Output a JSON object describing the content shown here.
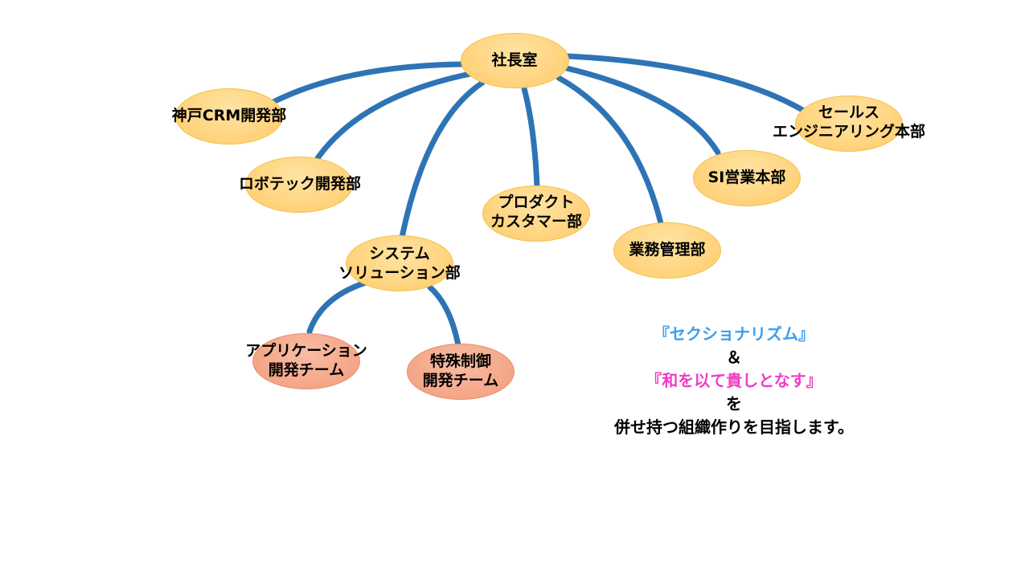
{
  "nodes": {
    "president": "社長室",
    "kobe_crm": "神戸CRM開発部",
    "robotech": "ロボテック開発部",
    "system_solution": {
      "line1": "システム",
      "line2": "ソリューション部"
    },
    "product_customer": {
      "line1": "プロダクト",
      "line2": "カスタマー部"
    },
    "business_mgmt": "業務管理部",
    "si_sales": "SI営業本部",
    "sales_engineering": {
      "line1": "セールス",
      "line2": "エンジニアリング本部"
    },
    "app_dev_team": {
      "line1": "アプリケーション",
      "line2": "開発チーム"
    },
    "special_control_team": {
      "line1": "特殊制御",
      "line2": "開発チーム"
    }
  },
  "message": {
    "line1": "『セクショナリズム』",
    "line2": "＆",
    "line3": "『和を以て貴しとなす』",
    "line4": "を",
    "line5": "併せ持つ組織作りを目指します。"
  },
  "colors": {
    "connector": "#2e74b5",
    "department_fill": "#ffd685",
    "team_fill": "#f6ad92",
    "sectionalism_text": "#3a9ff0",
    "harmony_text": "#f03cc8"
  }
}
